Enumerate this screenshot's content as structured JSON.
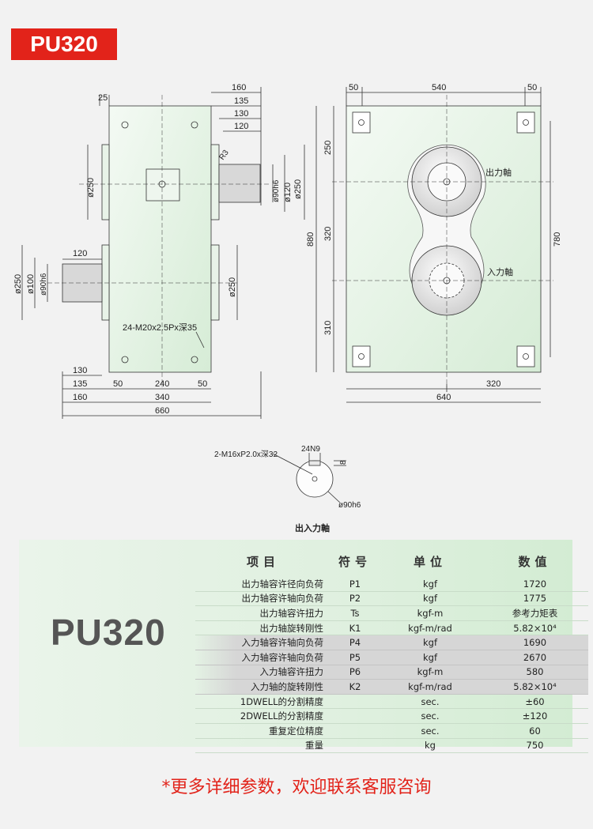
{
  "model": "PU320",
  "drawing": {
    "front_view": {
      "dims_top_right": [
        "160",
        "135",
        "130",
        "120"
      ],
      "dim_top_left": "25",
      "radius": "R3",
      "shaft_out_dims": [
        "ø90h6",
        "ø120",
        "ø250"
      ],
      "body_left_dim": "ø250",
      "input_shaft_len": "120",
      "input_shaft_dims": [
        "ø250",
        "ø100",
        "ø90h6"
      ],
      "body_right_dim": "ø250",
      "tap_note": "24-M20x2.5Px深35",
      "bottom_dims": {
        "d130": "130",
        "d135": "135",
        "d160": "160",
        "d50a": "50",
        "d240": "240",
        "d50b": "50",
        "d340": "340",
        "d660": "660"
      }
    },
    "side_view": {
      "top_dims": [
        "50",
        "540",
        "50"
      ],
      "left_dims": [
        "250",
        "320",
        "310"
      ],
      "overall_height": "880",
      "right_height": "780",
      "output_label": "出力軸",
      "input_label": "入力軸",
      "bottom_dims": [
        "320",
        "640"
      ]
    },
    "shaft_detail": {
      "tap_note": "2-M16xP2.0x深32",
      "key_width": "24N9",
      "key_depth": "8",
      "diameter": "ø90h6",
      "caption": "出入力軸"
    }
  },
  "spec_table": {
    "model": "PU320",
    "headers": [
      "项目",
      "符号",
      "单位",
      "数值"
    ],
    "rows": [
      {
        "item": "出力轴容许径向负荷",
        "sym": "P1",
        "unit": "kgf",
        "val": "1720",
        "grey": false
      },
      {
        "item": "出力轴容许轴向负荷",
        "sym": "P2",
        "unit": "kgf",
        "val": "1775",
        "grey": false
      },
      {
        "item": "出力轴容许扭力",
        "sym": "Ts",
        "unit": "kgf-m",
        "val": "参考力矩表",
        "grey": false
      },
      {
        "item": "出力轴旋转刚性",
        "sym": "K1",
        "unit": "kgf-m/rad",
        "val": "5.82×10⁴",
        "grey": false
      },
      {
        "item": "入力轴容许轴向负荷",
        "sym": "P4",
        "unit": "kgf",
        "val": "1690",
        "grey": true
      },
      {
        "item": "入力轴容许轴向负荷",
        "sym": "P5",
        "unit": "kgf",
        "val": "2670",
        "grey": true
      },
      {
        "item": "入力轴容许扭力",
        "sym": "P6",
        "unit": "kgf-m",
        "val": "580",
        "grey": true
      },
      {
        "item": "入力轴的旋转刚性",
        "sym": "K2",
        "unit": "kgf-m/rad",
        "val": "5.82×10⁴",
        "grey": true
      },
      {
        "item": "1DWELL的分割精度",
        "sym": "",
        "unit": "sec.",
        "val": "±60",
        "grey": false
      },
      {
        "item": "2DWELL的分割精度",
        "sym": "",
        "unit": "sec.",
        "val": "±120",
        "grey": false
      },
      {
        "item": "重复定位精度",
        "sym": "",
        "unit": "sec.",
        "val": "60",
        "grey": false
      },
      {
        "item": "重量",
        "sym": "",
        "unit": "kg",
        "val": "750",
        "grey": false
      }
    ]
  },
  "notice": "*更多详细参数，欢迎联系客服咨询",
  "colors": {
    "accent": "#e2231a",
    "body_fill": "#dcefdc",
    "panel_fill": "#dff0df"
  }
}
